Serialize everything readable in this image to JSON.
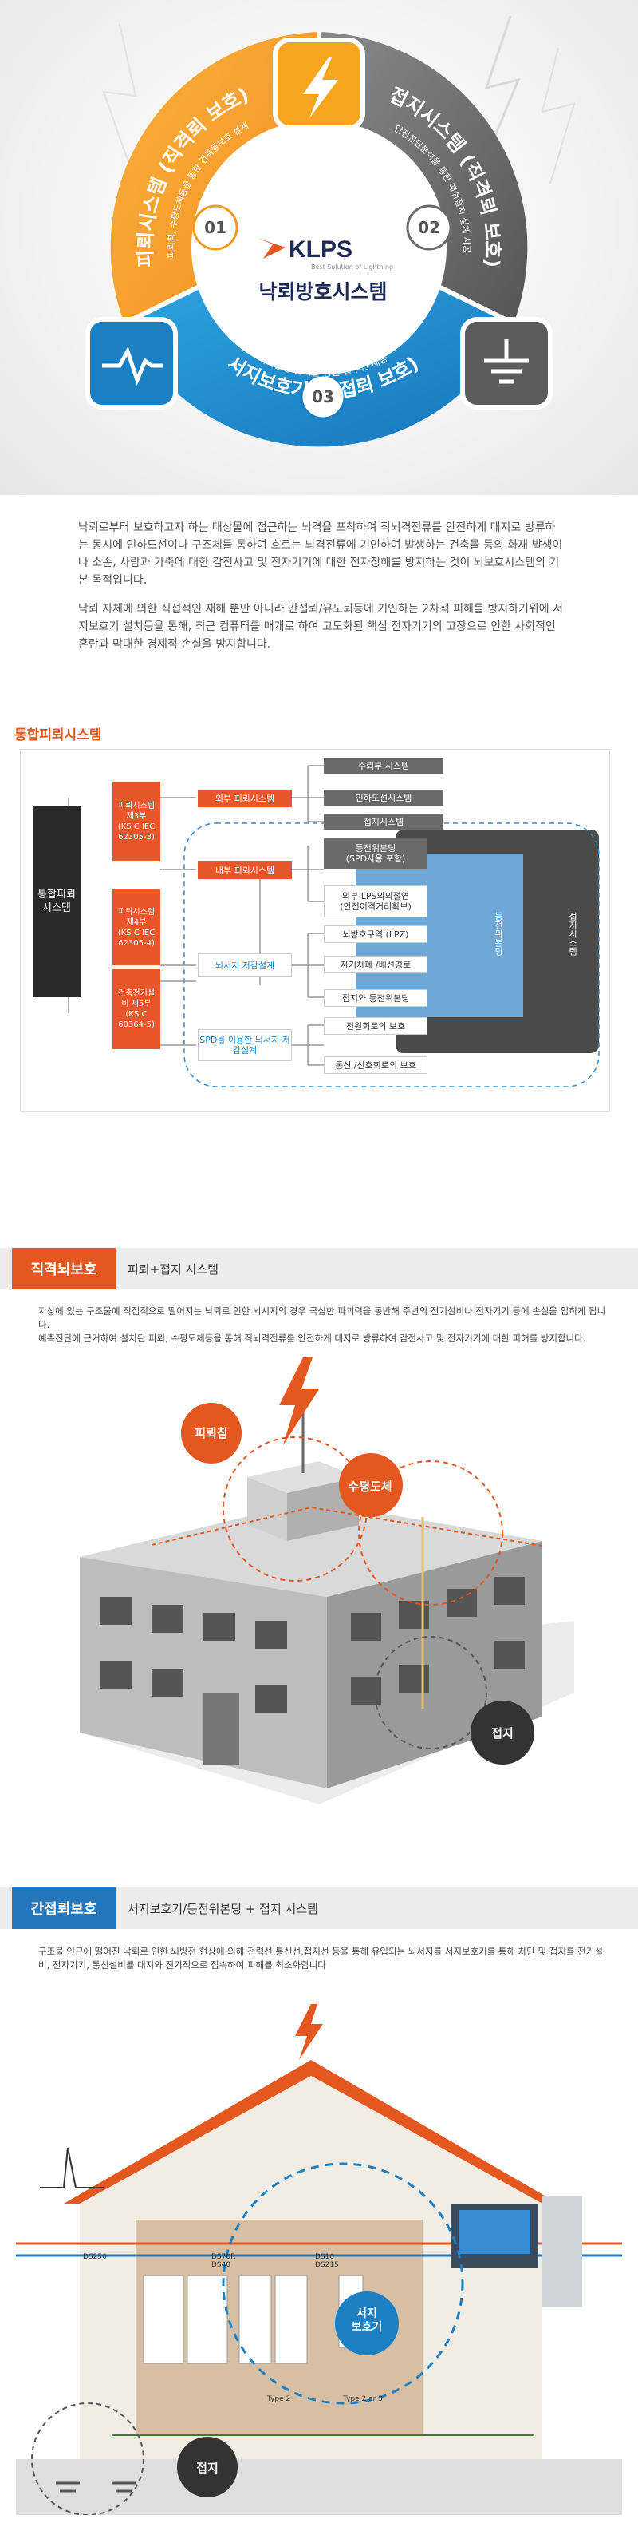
{
  "hero": {
    "logo": "KLPS",
    "logo_tagline": "Best Solution of Lightning",
    "center_title": "낙뢰방호시스템",
    "seg1": {
      "num": "01",
      "title": "피뢰시스템 (직격뢰 보호)",
      "desc": "피뢰침, 수평도체등을 통한 건축물보호 설계"
    },
    "seg2": {
      "num": "02",
      "title": "접지시스템 (직격뢰 보호)",
      "desc": "안전진단분석을 통한 매쉬접지 설계 시공"
    },
    "seg3": {
      "num": "03",
      "title": "서지보호기 (간접뢰 보호)",
      "desc": "서지발생 분석을 통한 솔루션 제공"
    }
  },
  "intro": {
    "p1": "낙뢰로부터 보호하고자 하는 대상물에 접근하는 뇌격을 포착하여 직뇌격전류를 안전하게 대지로 방류하는 동시에 인하도선이나 구조체를 통하여 흐르는 뇌격전류에 기인하여 발생하는 건축물 등의 화재 발생이나 소손, 사람과 가축에 대한 감전사고 및 전자기기에 대한 전자장해를 방지하는 것이 뇌보호시스템의 기본 목적입니다.",
    "p2": "낙뢰 자체에 의한 직접적인 재해 뿐만 아니라 간접뢰/유도뢰등에 기인하는 2차적 피해를 방지하기위에 서지보호기 설치등을 통해, 최근 컴퓨터를 매개로 하여 고도화된 핵심 전자기기의 고장으로 인한 사회적인 혼란과 막대한 경제적 손실을 방지합니다."
  },
  "integrated": {
    "title": "통합피뢰시스템",
    "root": "통합피뢰\n시스템",
    "std1": "피뢰시스템\n제3부\n(KS C IEC\n62305-3)",
    "std2": "피뢰시스템\n제4부\n(KS C IEC\n62305-4)",
    "std3": "건축전기설\n비 제5부\n(KS C\n60364-5)",
    "mid1": "외부 피뢰시스템",
    "mid2": "내부 피뢰시스템",
    "mid3": "뇌서지 저감설계",
    "mid4": "SPD를 이용한 뇌서지 저감설계",
    "leaf1": "수뢰부 시스템",
    "leaf2": "인하도선시스템",
    "leaf3": "접지시스템",
    "leaf4": "등전위본딩\n(SPD사용 포함)",
    "leaf5": "외부 LPS의의절연\n(안전이격거리확보)",
    "leaf6": "뇌방호구역 (LPZ)",
    "leaf7": "자기차폐 /배선경로",
    "leaf8": "접지와 등전위본딩",
    "leaf9": "전원회로의 보호",
    "leaf10": "통신 /신호회로의 보호",
    "band_equip": "등전위본딩",
    "band_ground": "접지시스템"
  },
  "direct": {
    "label": "직격뇌보호",
    "sub": "피뢰+접지 시스템",
    "p1": "지상에 있는 구조물에 직접적으로 떨어지는 낙뢰로 인한 뇌시지의 경우 극심한 파괴력을 동반해 주변의 전기설비나 전자기기 등에 손실을 입히게 됩니다.",
    "p2": "예측진단에 근거하여 설치된 피뢰, 수평도체등을 통해 직뇌격전류를 안전하게 대지로 방류하여 감전사고 및 전자기기에 대한 피해를 방지합니다.",
    "c1": "피뢰침",
    "c2": "수평도체",
    "c3": "접지"
  },
  "indirect": {
    "label": "간접뢰보호",
    "sub": "서지보호기/등전위본딩 + 접지 시스템",
    "p1": "구조물 인근에 떨어진 낙뢰로 인한 뇌방전 현상에 의해 전력선,통신선,접지선 등을 통해 유입되는 뇌서지를 서지보호기를 통해 차단 및 접지를 전기설비, 전자기기, 통신설비를 대지와 전기적으로 접속하여 피해를 최소화합니다",
    "surge": "서지\n보호기",
    "ground": "접지",
    "ds1": "DS250",
    "ds2": "DS70R\nDS40",
    "ds3": "DS10\nDS215",
    "t1": "Type 2",
    "t2": "Type 2 or 3"
  }
}
